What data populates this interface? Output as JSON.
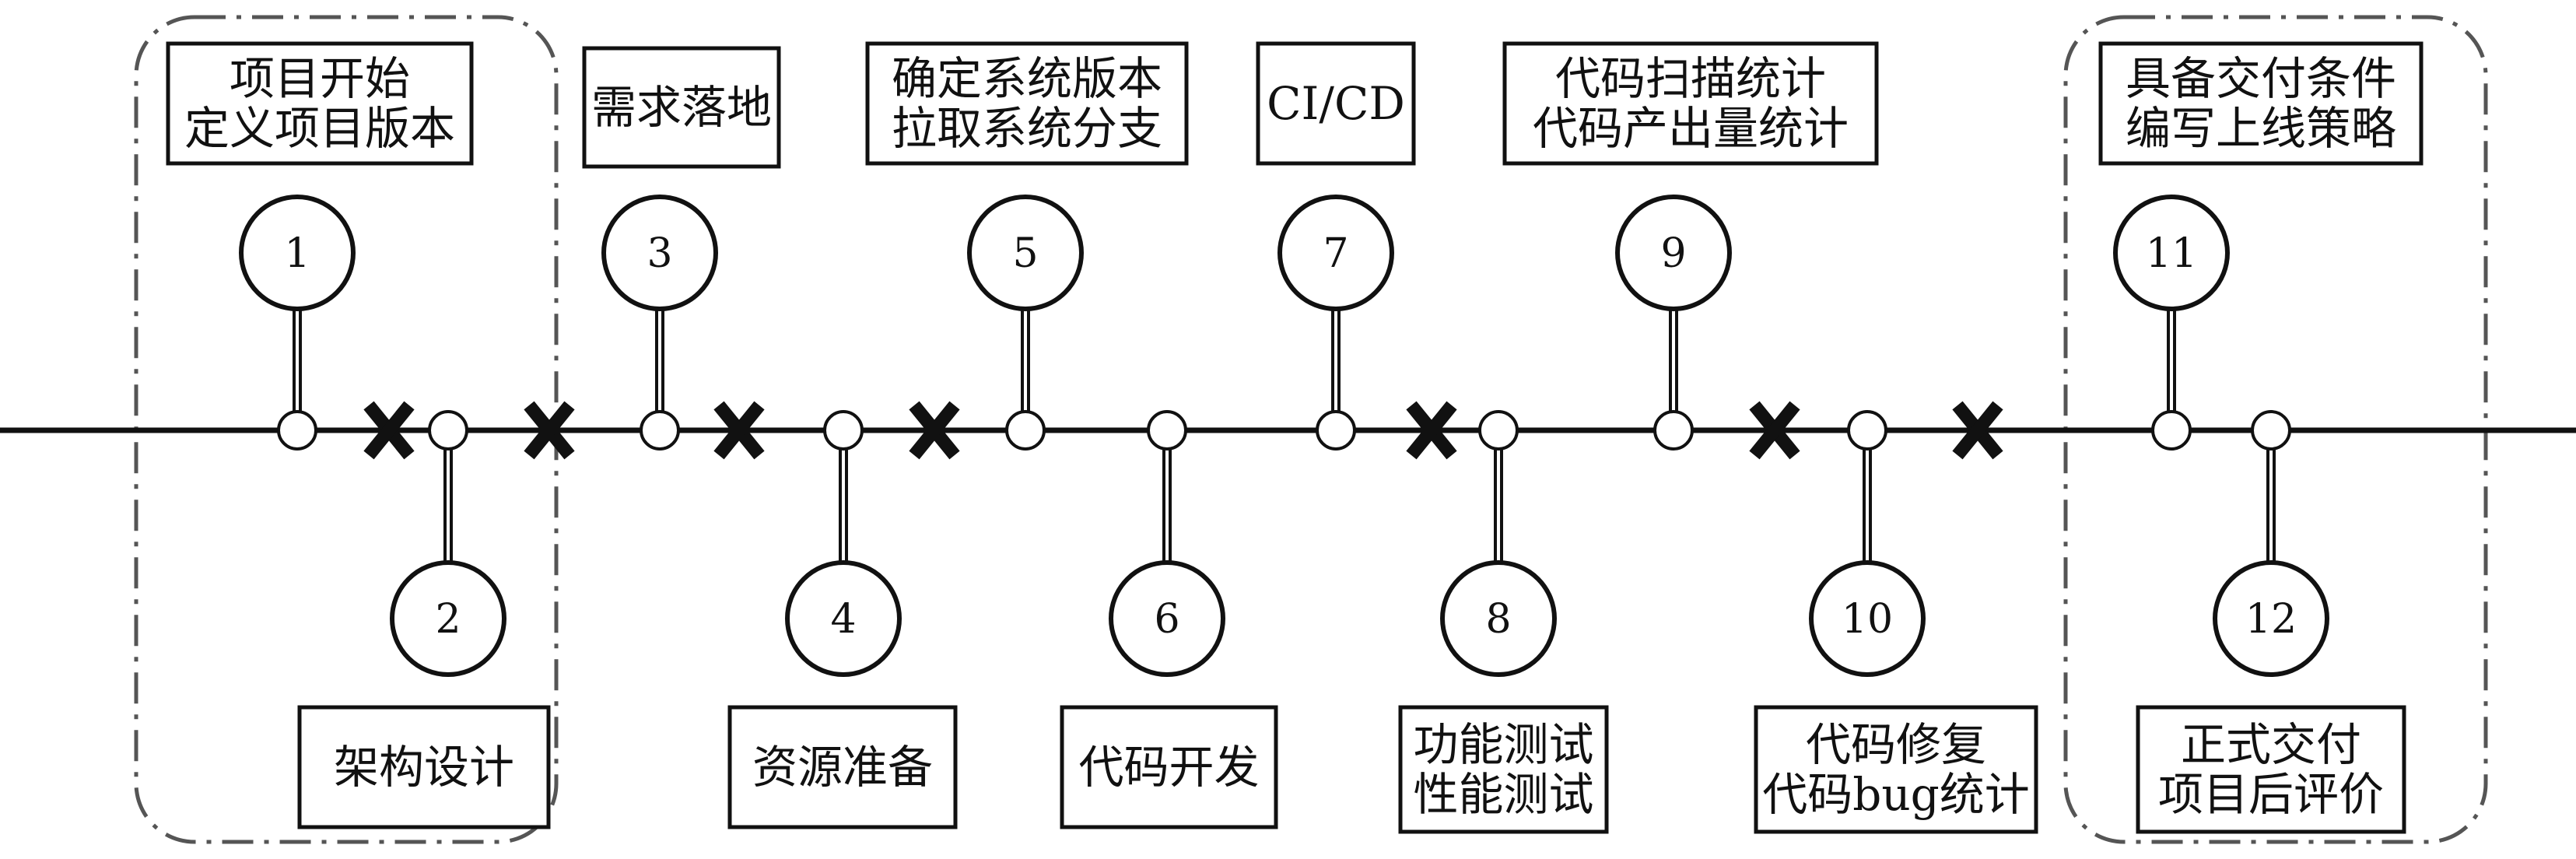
{
  "milestones": [
    {
      "number": "1",
      "lines": [
        "项目开始",
        "定义项目版本"
      ]
    },
    {
      "number": "2",
      "lines": [
        "架构设计"
      ]
    },
    {
      "number": "3",
      "lines": [
        "需求落地"
      ]
    },
    {
      "number": "4",
      "lines": [
        "资源准备"
      ]
    },
    {
      "number": "5",
      "lines": [
        "确定系统版本",
        "拉取系统分支"
      ]
    },
    {
      "number": "6",
      "lines": [
        "代码开发"
      ]
    },
    {
      "number": "7",
      "lines": [
        "CI/CD"
      ]
    },
    {
      "number": "8",
      "lines": [
        "功能测试",
        "性能测试"
      ]
    },
    {
      "number": "9",
      "lines": [
        "代码扫描统计",
        "代码产出量统计"
      ]
    },
    {
      "number": "10",
      "lines": [
        "代码修复",
        "代码bug统计"
      ]
    },
    {
      "number": "11",
      "lines": [
        "具备交付条件",
        "编写上线策略"
      ]
    },
    {
      "number": "12",
      "lines": [
        "正式交付",
        "项目后评价"
      ]
    }
  ],
  "colors": {
    "stroke": "#111111",
    "background": "#ffffff",
    "dash_border": "#555555"
  }
}
